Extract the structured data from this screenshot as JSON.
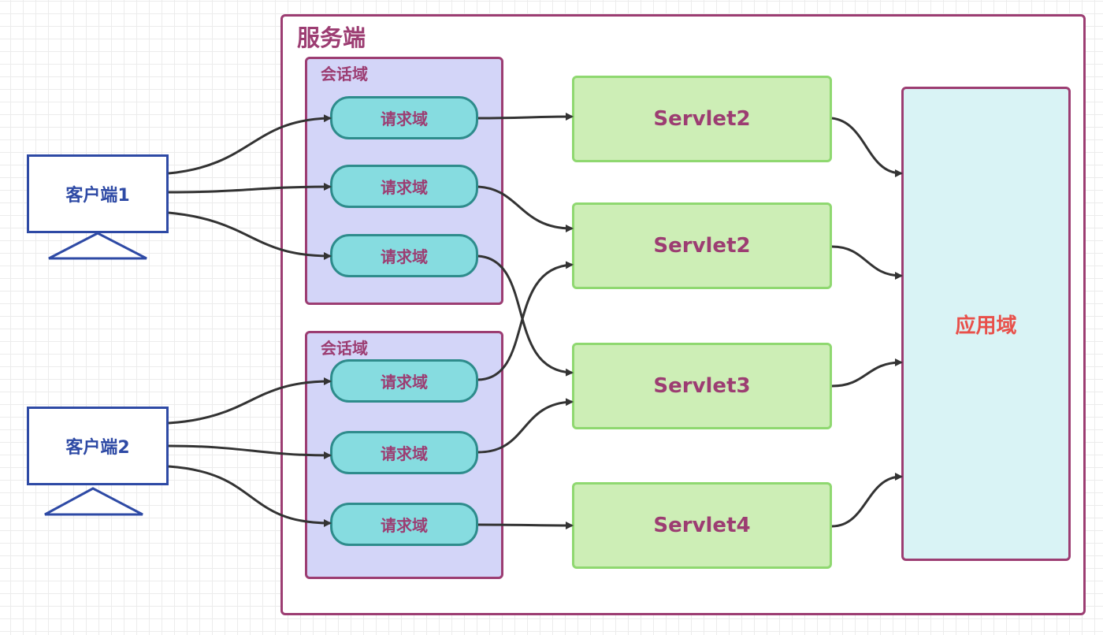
{
  "server": {
    "title": "服务端"
  },
  "sessions": [
    {
      "title": "会话域"
    },
    {
      "title": "会话域"
    }
  ],
  "requests": [
    {
      "label": "请求域"
    },
    {
      "label": "请求域"
    },
    {
      "label": "请求域"
    },
    {
      "label": "请求域"
    },
    {
      "label": "请求域"
    },
    {
      "label": "请求域"
    }
  ],
  "servlets": [
    {
      "label": "Servlet2"
    },
    {
      "label": "Servlet2"
    },
    {
      "label": "Servlet3"
    },
    {
      "label": "Servlet4"
    }
  ],
  "application": {
    "label": "应用域"
  },
  "clients": [
    {
      "label": "客户端1"
    },
    {
      "label": "客户端2"
    }
  ],
  "colors": {
    "accent": "#9c3d72",
    "client": "#2e4aa5",
    "request_fill": "#86dce0",
    "servlet_fill": "#cdeeb6",
    "application_text": "#e8504a",
    "arrow": "#333333"
  }
}
